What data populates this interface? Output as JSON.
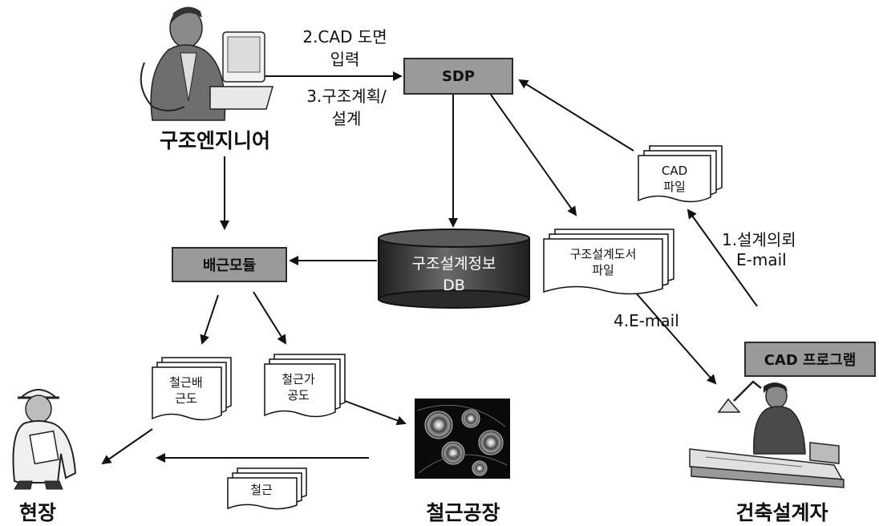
{
  "nodes": {
    "engineer": "구조엔지니어",
    "sdp": "SDP",
    "module": "배근모듈",
    "db_line1": "구조설계정보",
    "db_line2": "DB",
    "cad_file_line1": "CAD",
    "cad_file_line2": "파일",
    "design_doc_line1": "구조설계도서",
    "design_doc_line2": "파일",
    "rebar_layout_line1": "철근배",
    "rebar_layout_line2": "근도",
    "rebar_proc_line1": "철근가",
    "rebar_proc_line2": "공도",
    "rebar": "철근",
    "cad_program": "CAD 프로그램",
    "site": "현장",
    "factory": "철근공장",
    "architect": "건축설계자"
  },
  "edges": {
    "step2_line1": "2.CAD 도면",
    "step2_line2": "입력",
    "step3_line1": "3.구조계획/",
    "step3_line2": "설계",
    "step1_line1": "1.설계의뢰",
    "step1_line2": "E-mail",
    "step4": "4.E-mail"
  },
  "icons": {
    "engineer": "engineer-at-computer-icon",
    "worker": "construction-worker-icon",
    "factory": "gears-factory-icon",
    "architect": "architect-at-desk-icon"
  },
  "colors": {
    "box_fill": "#9a9a9a",
    "db_fill": "#3a3a3a",
    "line": "#111111"
  }
}
